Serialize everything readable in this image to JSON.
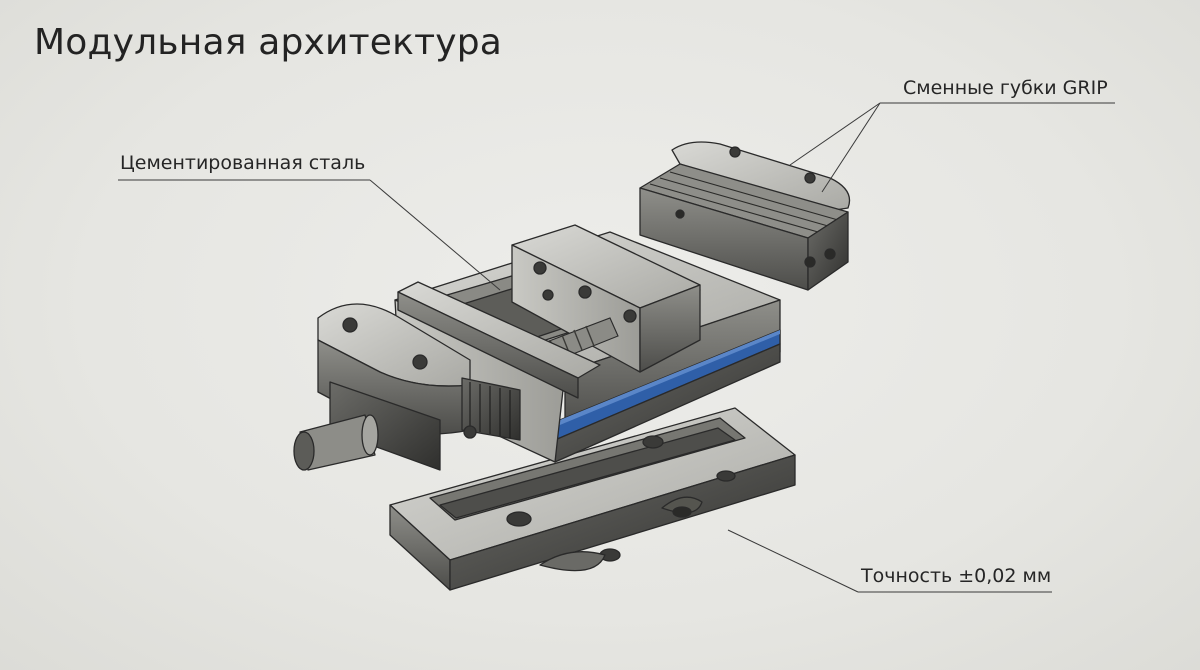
{
  "title": "Модульная архитектура",
  "callouts": {
    "steel": "Цементированная сталь",
    "jaws": "Сменные губки GRIP",
    "precision": "Точность ±0,02 мм"
  },
  "colors": {
    "background": "#e8e8e4",
    "ink": "#2a2a2a",
    "accent_band": "#2f5fa8"
  }
}
